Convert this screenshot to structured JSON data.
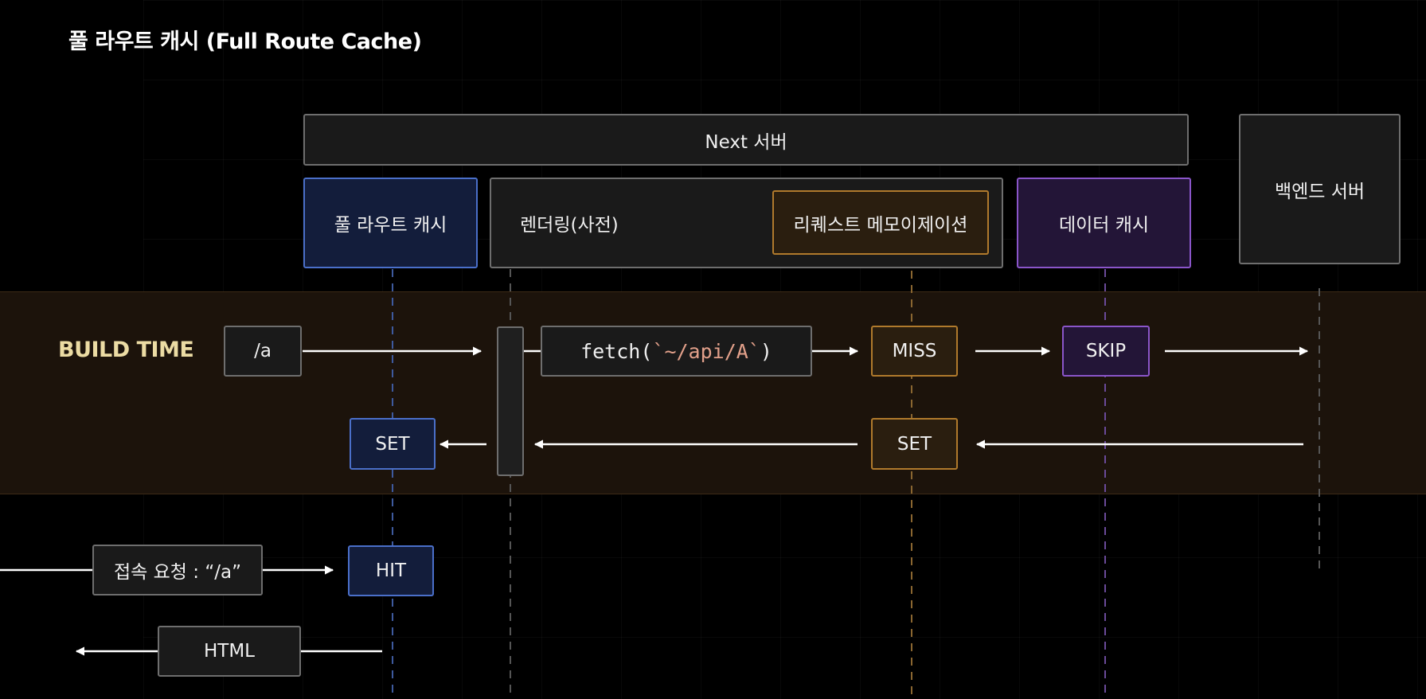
{
  "title": "풀 라우트 캐시 (Full Route Cache)",
  "labels": {
    "next_server": "Next 서버",
    "backend_server": "백엔드 서버",
    "full_route_cache": "풀 라우트 캐시",
    "rendering": "렌더링(사전)",
    "request_memoization": "리퀘스트 메모이제이션",
    "data_cache": "데이터 캐시",
    "build_time": "BUILD TIME",
    "route": "/a",
    "fetch_prefix": "fetch(",
    "fetch_arg": "`~/api/A`",
    "fetch_suffix": ")",
    "miss": "MISS",
    "skip": "SKIP",
    "set": "SET",
    "request": "접속 요청 : “/a”",
    "hit": "HIT",
    "html": "HTML"
  },
  "colors": {
    "blue": "#4a6fc9",
    "gold": "#b07a2c",
    "purple": "#8a55c9",
    "gray": "#6e6e6e",
    "fetch_arg": "#e2a08a"
  }
}
